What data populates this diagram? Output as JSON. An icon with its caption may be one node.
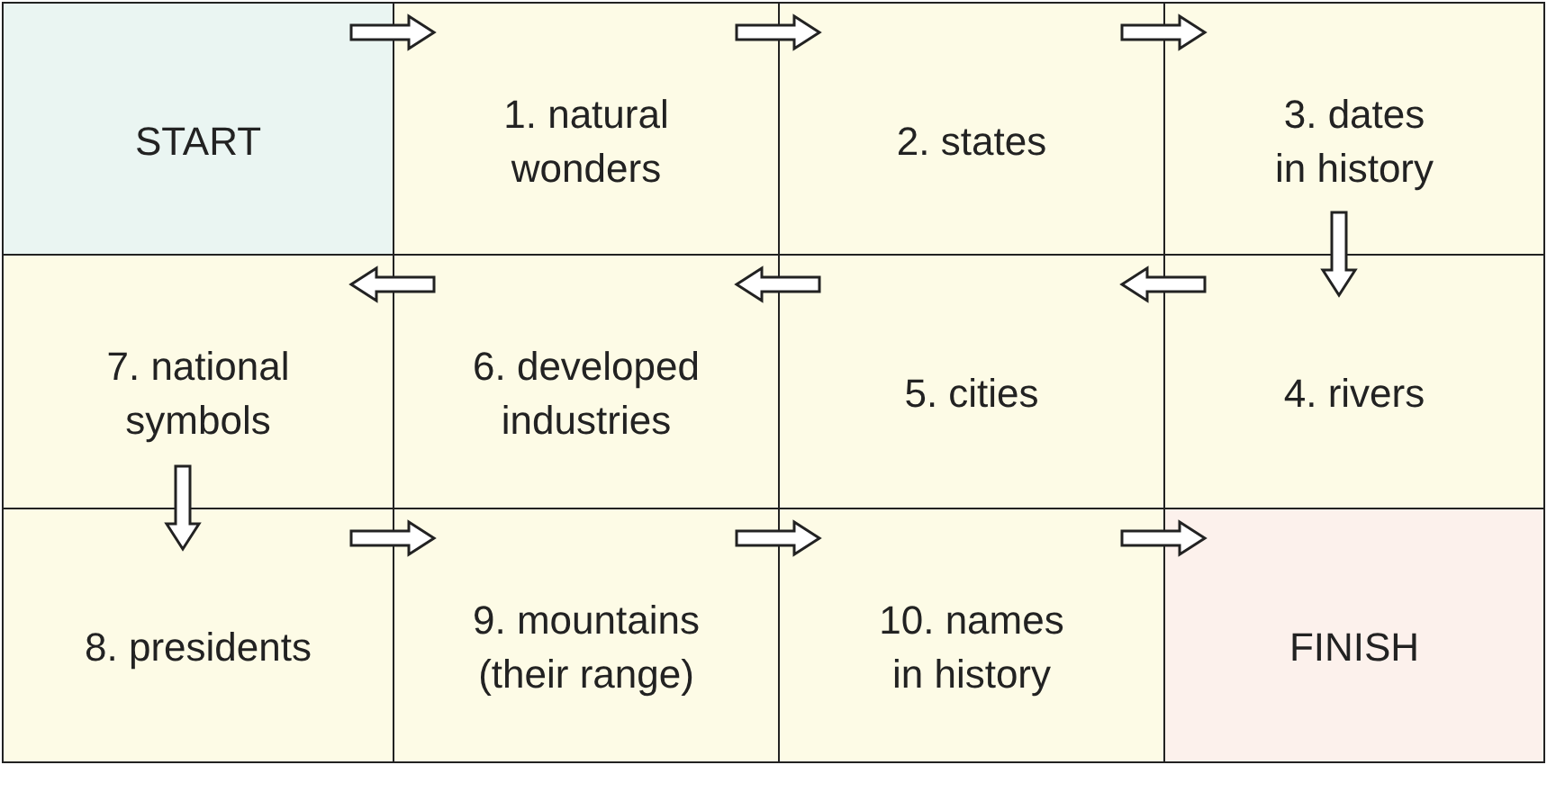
{
  "diagram": {
    "nodes": [
      {
        "text": [
          "START"
        ]
      },
      {
        "text": [
          "1. natural wonders"
        ]
      },
      {
        "text": [
          "2. states"
        ]
      },
      {
        "text": [
          "3. dates in history"
        ]
      },
      {
        "text": [
          "7. national symbols"
        ]
      },
      {
        "text": [
          "6. developed industries"
        ]
      },
      {
        "text": [
          "5. cities"
        ]
      },
      {
        "text": [
          "4. rivers"
        ]
      },
      {
        "text": [
          "8. presidents"
        ]
      },
      {
        "text": [
          "9. mountains (their range)"
        ]
      },
      {
        "text": [
          "10. names in history"
        ]
      },
      {
        "text": [
          "FINISH"
        ]
      }
    ],
    "edges": [
      {
        "from": 0,
        "to": 1,
        "arrow": "to"
      },
      {
        "from": 1,
        "to": 2,
        "arrow": "to"
      },
      {
        "from": 2,
        "to": 3,
        "arrow": "to"
      },
      {
        "from": 3,
        "to": 7,
        "arrow": "to"
      },
      {
        "from": 7,
        "to": 6,
        "arrow": "to"
      },
      {
        "from": 6,
        "to": 5,
        "arrow": "to"
      },
      {
        "from": 5,
        "to": 4,
        "arrow": "to"
      },
      {
        "from": 4,
        "to": 8,
        "arrow": "to"
      },
      {
        "from": 8,
        "to": 9,
        "arrow": "to"
      },
      {
        "from": 9,
        "to": 10,
        "arrow": "to"
      },
      {
        "from": 10,
        "to": 11,
        "arrow": "to"
      }
    ]
  }
}
